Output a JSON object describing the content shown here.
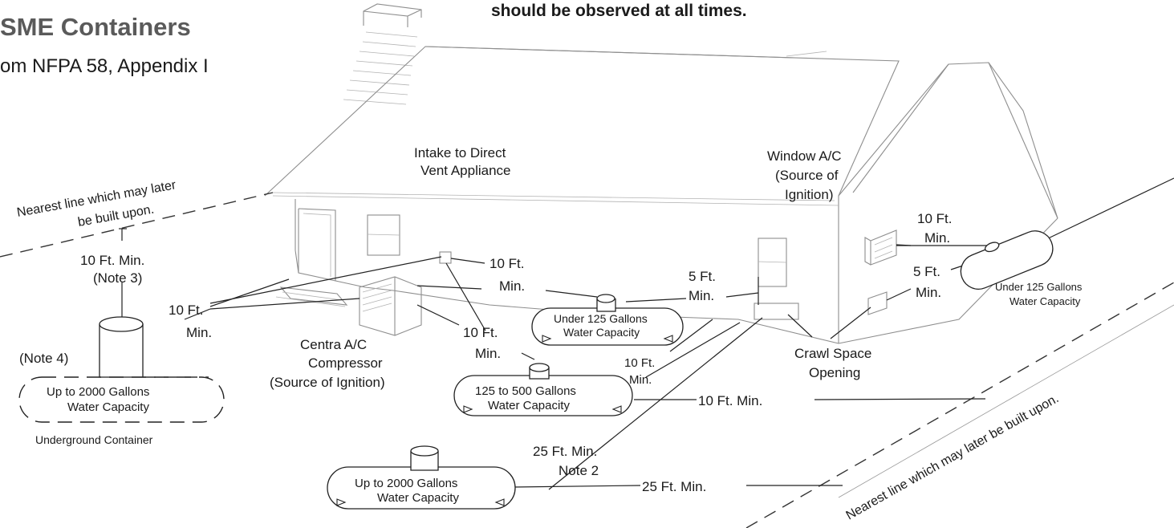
{
  "header": {
    "title": "SME Containers",
    "subtitle": "om NFPA 58, Appendix I",
    "note": "should be observed at all times."
  },
  "labels": {
    "nearest_line_top_1": "Nearest line which may later",
    "nearest_line_top_2": "be built upon.",
    "nearest_line_bottom": "Nearest line which may later be built upon.",
    "ten_ft_min_note3_1": "10 Ft. Min.",
    "ten_ft_min_note3_2": "(Note 3)",
    "note4": "(Note 4)",
    "left_10ft_1": "10 Ft.",
    "left_10ft_2": "Min.",
    "intake_1": "Intake to Direct",
    "intake_2": "Vent Appliance",
    "intake_10ft_1": "10 Ft.",
    "intake_10ft_2": "Min.",
    "compressor_10ft_1": "10 Ft.",
    "compressor_10ft_2": "Min.",
    "compressor_1": "Centra  A/C",
    "compressor_2": "Compressor",
    "compressor_3": "(Source of Ignition)",
    "five_ft_center_1": "5 Ft.",
    "five_ft_center_2": "Min.",
    "window_ac_1": "Window A/C",
    "window_ac_2": "(Source of",
    "window_ac_3": "Ignition)",
    "window_10ft_1": "10 Ft.",
    "window_10ft_2": "Min.",
    "window_5ft_1": "5 Ft.",
    "window_5ft_2": "Min.",
    "crawl_1": "Crawl Space",
    "crawl_2": "Opening",
    "crawl_10ft_1": "10 Ft.",
    "crawl_10ft_2": "Min.",
    "line_10ft_min": "10 Ft. Min.",
    "twentyfive_note2_1": "25 Ft. Min.",
    "twentyfive_note2_2": "Note 2",
    "line_25ft_min": "25 Ft. Min.",
    "underground_caption": "Underground Container"
  },
  "containers": {
    "underground": {
      "line1": "Up to 2000 Gallons",
      "line2": "Water Capacity"
    },
    "under125_center": {
      "line1": "Under 125 Gallons",
      "line2": "Water Capacity"
    },
    "under125_right": {
      "line1": "Under 125 Gallons",
      "line2": "Water Capacity"
    },
    "mid_125_500": {
      "line1": "125 to 500 Gallons",
      "line2": "Water Capacity"
    },
    "large_2000": {
      "line1": "Up to 2000 Gallons",
      "line2": "Water Capacity"
    }
  }
}
